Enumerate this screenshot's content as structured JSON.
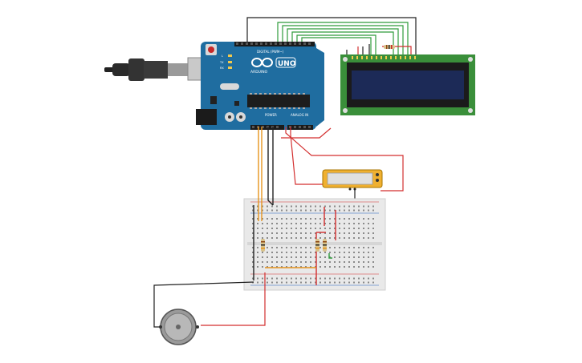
{
  "arduino": {
    "digital_label": "DIGITAL (PWM~)",
    "brand": "ARDUINO",
    "model": "UNO",
    "power_label": "POWER",
    "analog_label": "ANALOG IN",
    "tx_label": "TX",
    "rx_label": "RX",
    "l_label": "L"
  },
  "colors": {
    "board": "#1f6da0",
    "wire_red": "#d32f2f",
    "wire_black": "#222222",
    "wire_green": "#2e9b3b",
    "wire_orange": "#e6931c",
    "lcd_pcb": "#3a8f3a",
    "lcd_screen": "#1c2a57",
    "sensor_body": "#f0b030",
    "breadboard": "#e9e9e9"
  }
}
